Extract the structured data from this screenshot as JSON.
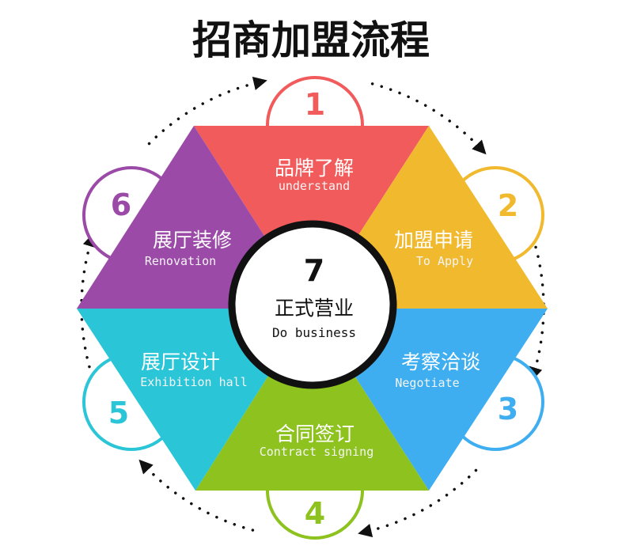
{
  "title": "招商加盟流程",
  "colors": {
    "step1": "#f25b5b",
    "step2": "#f0b92e",
    "step3": "#3eaef0",
    "step4": "#8dc21f",
    "step5": "#2bc5d8",
    "step6": "#9b4aa8"
  },
  "steps": [
    {
      "number": "1",
      "label_cn": "品牌了解",
      "label_en": "understand"
    },
    {
      "number": "2",
      "label_cn": "加盟申请",
      "label_en": "To Apply"
    },
    {
      "number": "3",
      "label_cn": "考察洽谈",
      "label_en": "Negotiate"
    },
    {
      "number": "4",
      "label_cn": "合同签订",
      "label_en": "Contract signing"
    },
    {
      "number": "5",
      "label_cn": "展厅设计",
      "label_en": "Exhibition hall"
    },
    {
      "number": "6",
      "label_cn": "展厅装修",
      "label_en": "Renovation"
    }
  ],
  "center": {
    "number": "7",
    "label_cn": "正式营业",
    "label_en": "Do business"
  }
}
